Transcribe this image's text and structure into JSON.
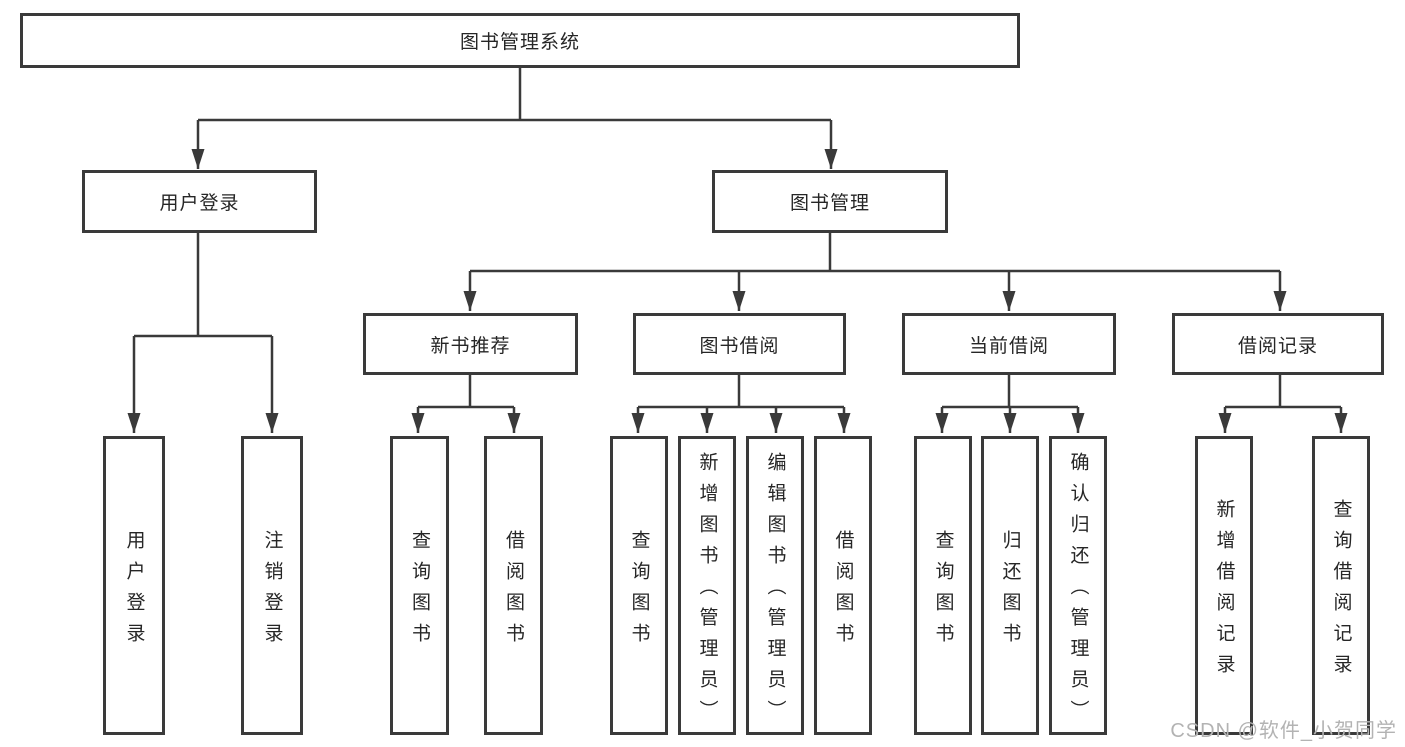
{
  "diagram": {
    "root": {
      "label": "图书管理系统"
    },
    "branches": [
      {
        "label": "用户登录",
        "children": [
          "用户登录",
          "注销登录"
        ]
      },
      {
        "label": "图书管理",
        "groups": [
          {
            "label": "新书推荐",
            "children": [
              "查询图书",
              "借阅图书"
            ]
          },
          {
            "label": "图书借阅",
            "children": [
              "查询图书",
              "新增图书（管理员）",
              "编辑图书（管理员）",
              "借阅图书"
            ]
          },
          {
            "label": "当前借阅",
            "children": [
              "查询图书",
              "归还图书",
              "确认归还（管理员）"
            ]
          },
          {
            "label": "借阅记录",
            "children": [
              "新增借阅记录",
              "查询借阅记录"
            ]
          }
        ]
      }
    ],
    "watermark": "CSDN @软件_小贺同学",
    "colors": {
      "line": "#3a3a3a",
      "text": "#262626",
      "background": "#ffffff",
      "watermark": "#b3b3b3"
    }
  }
}
